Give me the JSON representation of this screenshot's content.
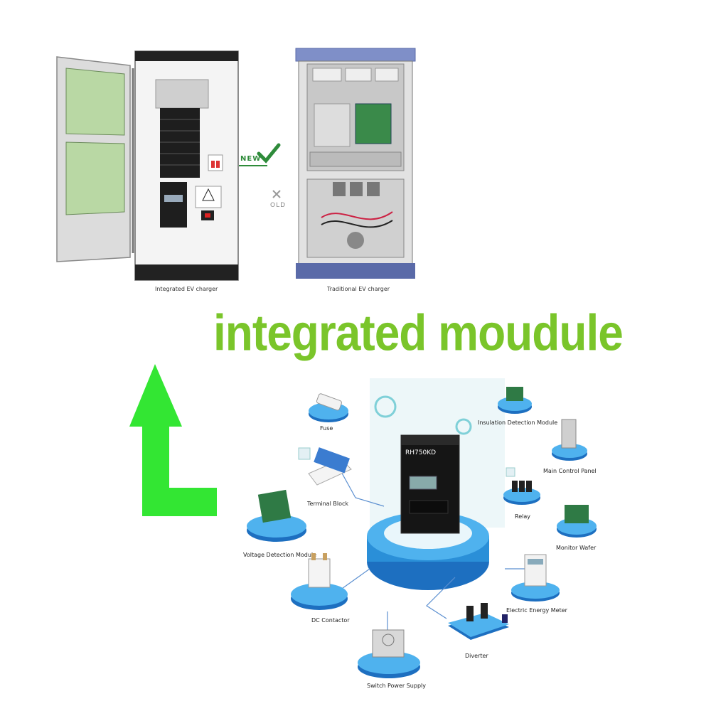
{
  "captions": {
    "integrated": "Integrated  EV charger",
    "traditional": "Traditional EV charger"
  },
  "badges": {
    "new": "NEW",
    "old": "OLD"
  },
  "headline": "integrated moudule",
  "center_unit_label": "RH750KD",
  "components": {
    "fuse": "Fuse",
    "insulation": "Insulation Detection Module",
    "main_control": "Main Control Panel",
    "terminal_block": "Terminal Block",
    "relay": "Relay",
    "voltage_detection": "Voltage Detection Module",
    "monitor_wafer": "Monitor Wafer",
    "electric_meter": "Electric Energy Meter",
    "dc_contactor": "DC Contactor",
    "diverter": "Diverter",
    "switch_power": "Switch Power Supply"
  },
  "colors": {
    "headline": "#7ac52a",
    "arrow": "#33e633",
    "pedestal": "#2a8fd8",
    "new_check": "#2e8b3a"
  }
}
